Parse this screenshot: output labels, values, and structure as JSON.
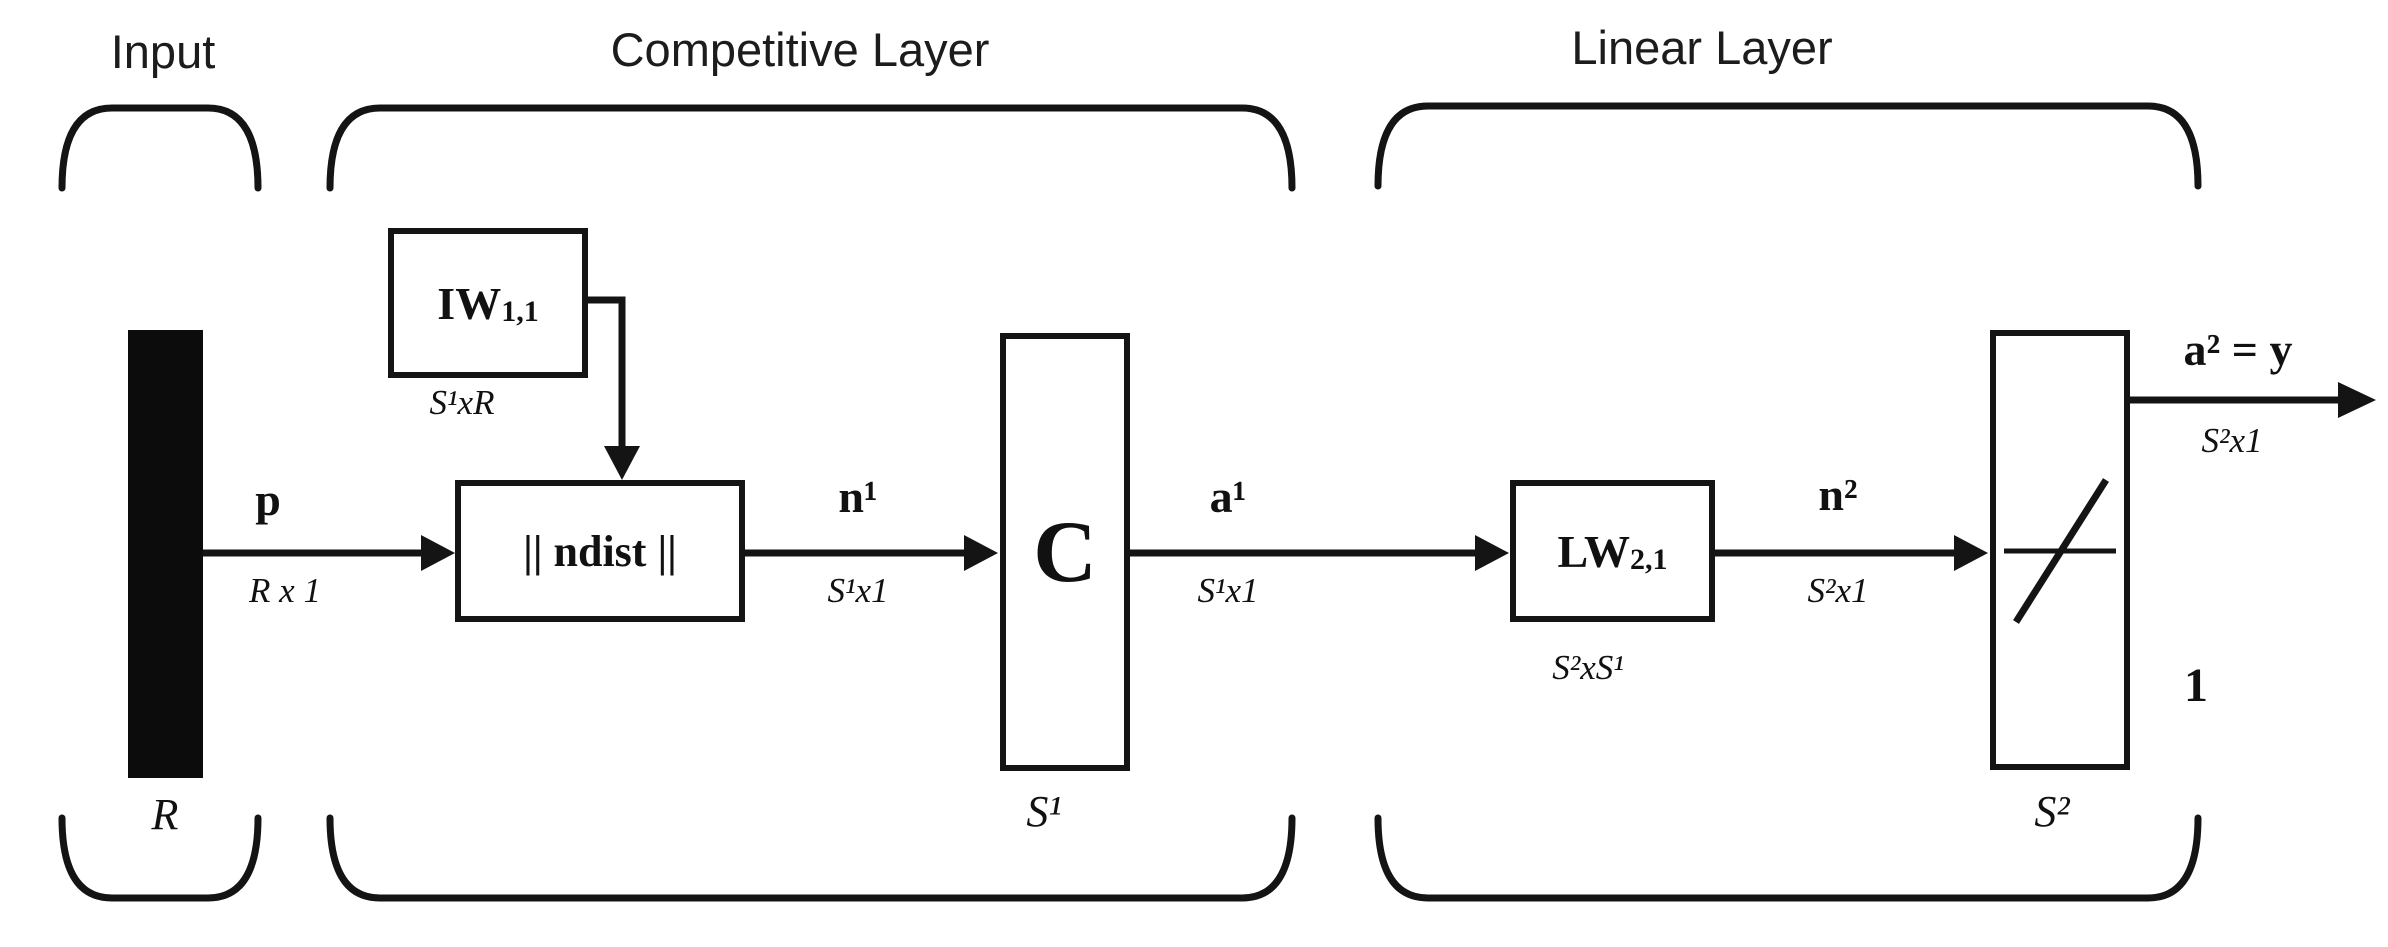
{
  "colors": {
    "ink": "#111111",
    "background": "#ffffff"
  },
  "sections": {
    "input": {
      "title": "Input"
    },
    "competitive": {
      "title": "Competitive Layer"
    },
    "linear": {
      "title": "Linear Layer"
    }
  },
  "input": {
    "vector_label": "p",
    "vector_dim": "R x 1",
    "size_label": "R"
  },
  "competitive": {
    "weight_name": "IW",
    "weight_sub": "1,1",
    "weight_dim": "S¹xR",
    "ndist_label": "|| ndist ||",
    "net_label": "n¹",
    "net_dim": "S¹x1",
    "transfer_label": "C",
    "layer_size": "S¹",
    "output_label": "a¹",
    "output_dim": "S¹x1"
  },
  "linear": {
    "weight_name": "LW",
    "weight_sub": "2,1",
    "weight_dim": "S²xS¹",
    "net_label": "n²",
    "net_dim": "S²x1",
    "layer_size": "S²",
    "bias_label": "1",
    "output_label": "a² = y",
    "output_dim": "S²x1"
  }
}
